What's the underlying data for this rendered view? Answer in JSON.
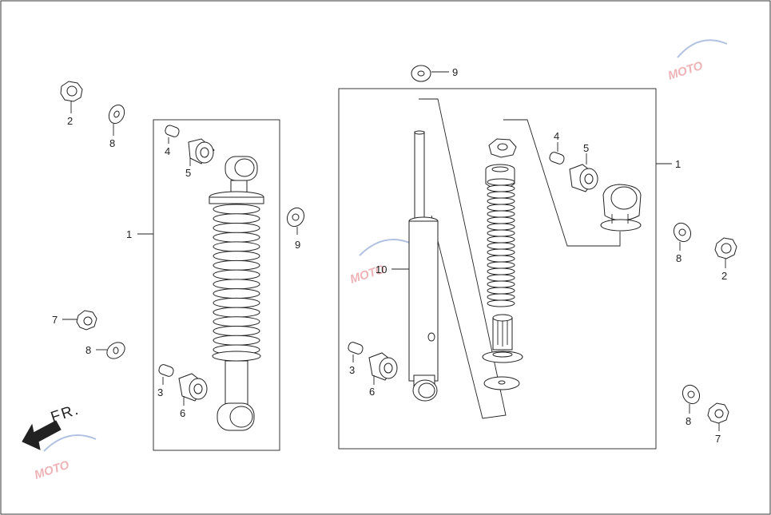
{
  "direction_label": "FR.",
  "watermark_text": "MOTO",
  "left_assembly": {
    "callout_1": "1",
    "callout_2": "2",
    "callout_3": "3",
    "callout_4": "4",
    "callout_5": "5",
    "callout_6": "6",
    "callout_7": "7",
    "callout_8_top": "8",
    "callout_8_bottom": "8",
    "callout_9": "9"
  },
  "right_assembly": {
    "callout_1": "1",
    "callout_2": "2",
    "callout_3": "3",
    "callout_4": "4",
    "callout_5": "5",
    "callout_6": "6",
    "callout_7": "7",
    "callout_8_top": "8",
    "callout_8_bottom": "8",
    "callout_9": "9",
    "callout_10": "10"
  },
  "colors": {
    "line": "#222222",
    "watermark": "#e89aa0"
  }
}
